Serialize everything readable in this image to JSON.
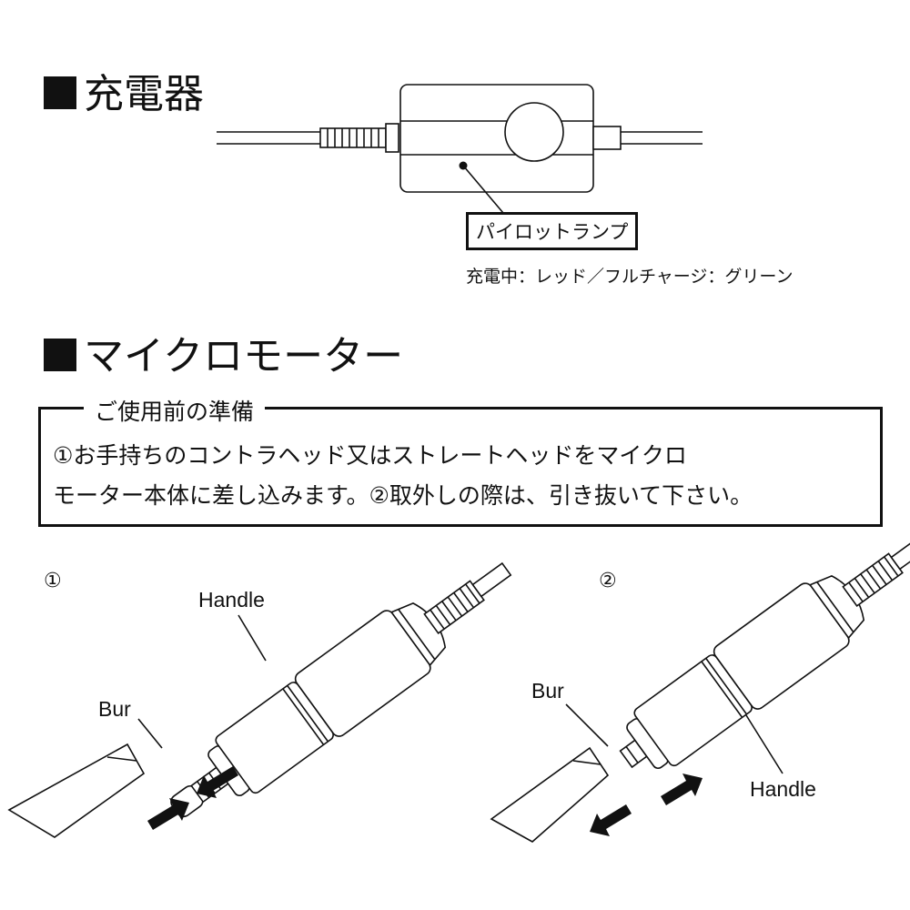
{
  "charger": {
    "title": "充電器",
    "pilot_lamp_label": "パイロットランプ",
    "lamp_status": "充電中：レッド／フルチャージ：グリーン"
  },
  "micromotor": {
    "title": "マイクロモーター",
    "preparation": {
      "title": "ご使用前の準備",
      "line1": "①お手持ちのコントラヘッド又はストレートヘッドをマイクロ",
      "line2": "モーター本体に差し込みます。②取外しの際は、引き抜いて下さい。"
    }
  },
  "steps": [
    {
      "label": "①",
      "handle_label": "Handle",
      "bur_label": "Bur"
    },
    {
      "label": "②",
      "handle_label": "Handle",
      "bur_label": "Bur"
    }
  ]
}
